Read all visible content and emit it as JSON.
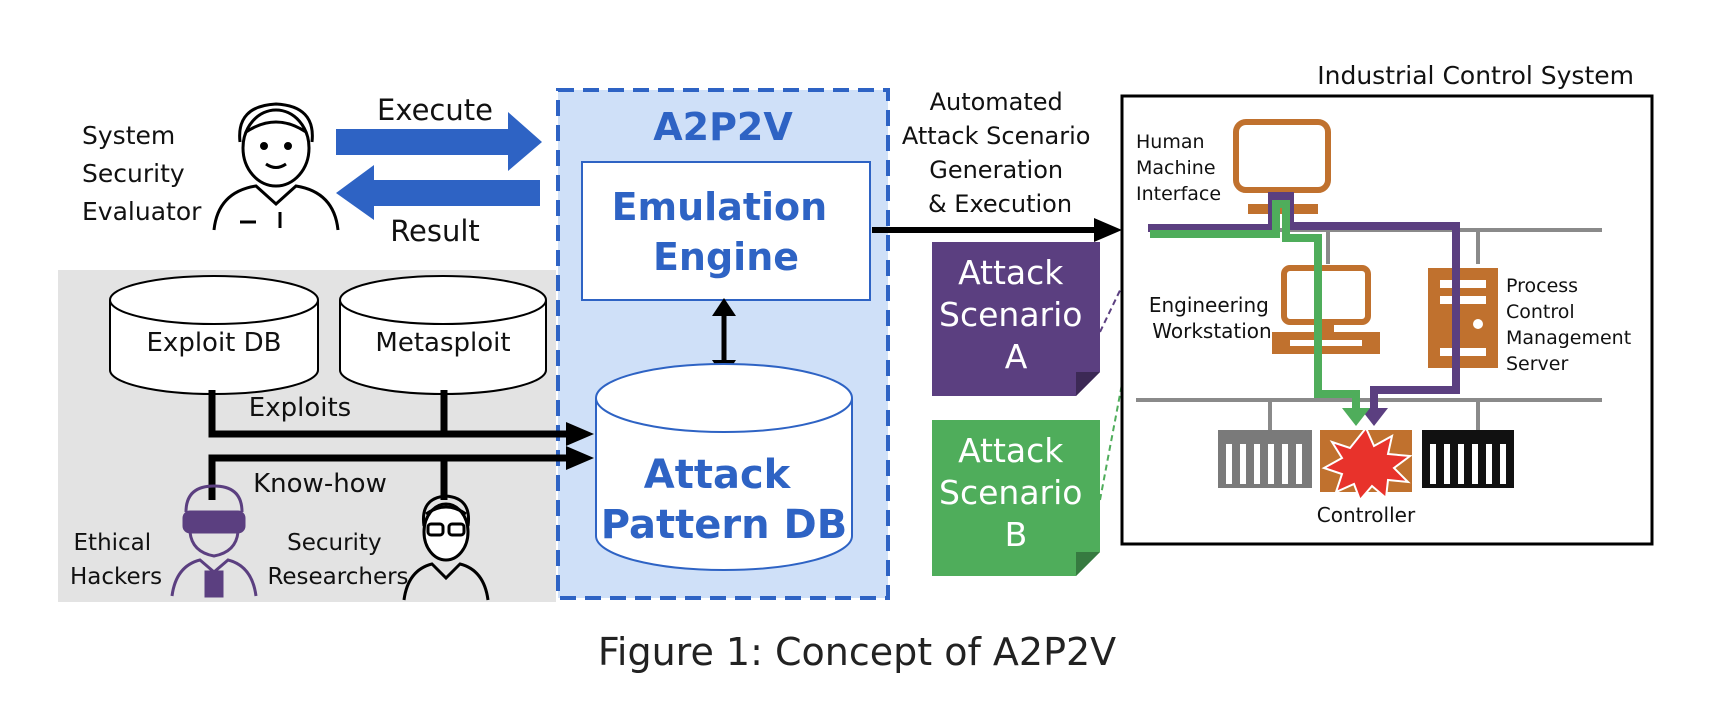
{
  "evaluator": {
    "label_lines": [
      "System",
      "Security",
      "Evaluator"
    ]
  },
  "arrows": {
    "execute_label": "Execute",
    "result_label": "Result"
  },
  "a2p2v": {
    "title": "A2P2V",
    "engine_lines": [
      "Emulation",
      "Engine"
    ],
    "db_lines": [
      "Attack",
      "Pattern DB"
    ]
  },
  "sources": {
    "exploit_db": "Exploit DB",
    "metasploit": "Metasploit",
    "exploits_label": "Exploits",
    "knowhow_label": "Know-how",
    "hackers_lines": [
      "Ethical",
      "Hackers"
    ],
    "researchers_lines": [
      "Security",
      "Researchers"
    ]
  },
  "generation_lines": [
    "Automated",
    "Attack Scenario",
    "Generation",
    "& Execution"
  ],
  "scenario_a": {
    "lines": [
      "Attack",
      "Scenario",
      "A"
    ],
    "color": "#5b3f80"
  },
  "scenario_b": {
    "lines": [
      "Attack",
      "Scenario",
      "B"
    ],
    "color": "#4fad5b"
  },
  "ics": {
    "title": "Industrial Control System",
    "hmi_lines": [
      "Human",
      "Machine",
      "Interface"
    ],
    "workstation_lines": [
      "Engineering",
      "Workstation"
    ],
    "server_lines": [
      "Process",
      "Control",
      "Management",
      "Server"
    ],
    "controller_label": "Controller"
  },
  "caption": "Figure 1: Concept of A2P2V",
  "colors": {
    "blue": "#2e63c4",
    "light_blue": "#cfe0f8",
    "gray_panel": "#e3e3e3",
    "orange": "#c0712e",
    "purple": "#5b3f80",
    "green": "#4fad5b",
    "red": "#e8322b"
  }
}
